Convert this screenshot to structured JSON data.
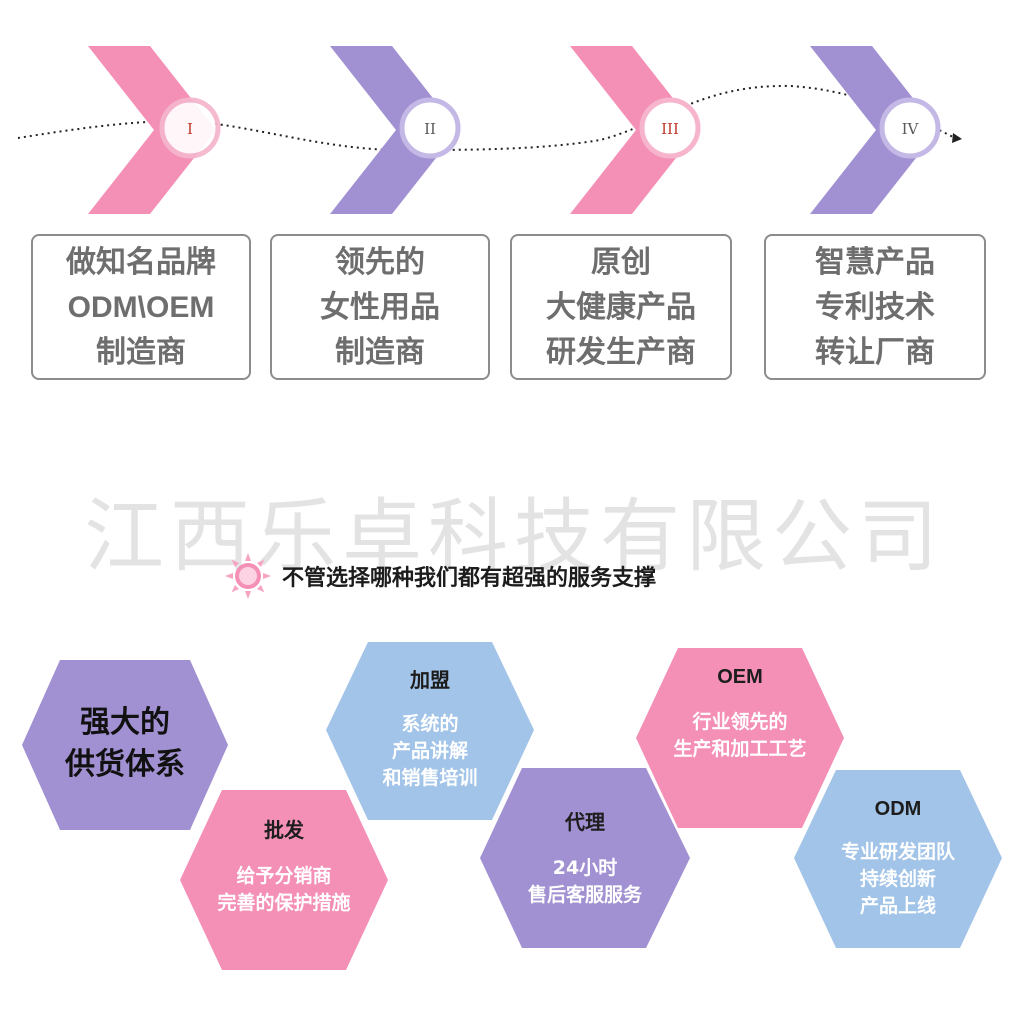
{
  "colors": {
    "pink": "#f48fb6",
    "purple": "#a291d2",
    "blue": "#a2c4e8",
    "box_border": "#8c8c8c",
    "box_text": "#6e6e6e",
    "numeral_pink": "#c0392b",
    "numeral_purple": "#5a5a5a"
  },
  "stages": [
    {
      "numeral": "I",
      "color": "pink",
      "lines": [
        "做知名品牌",
        "ODM\\OEM",
        "制造商"
      ]
    },
    {
      "numeral": "II",
      "color": "purple",
      "lines": [
        "领先的",
        "女性用品",
        "制造商"
      ]
    },
    {
      "numeral": "III",
      "color": "pink",
      "lines": [
        "原创",
        "大健康产品",
        "研发生产商"
      ]
    },
    {
      "numeral": "IV",
      "color": "purple",
      "lines": [
        "智慧产品",
        "专利技术",
        "转让厂商"
      ]
    }
  ],
  "watermark": "江西乐卓科技有限公司",
  "tagline": "不管选择哪种我们都有超强的服务支撑",
  "main_hex": {
    "lines": [
      "强大的",
      "供货体系"
    ]
  },
  "services": [
    {
      "title": "批发",
      "lines": [
        "给予分销商",
        "完善的保护措施"
      ],
      "color": "pink"
    },
    {
      "title": "加盟",
      "lines": [
        "系统的",
        "产品讲解",
        "和销售培训"
      ],
      "color": "blue"
    },
    {
      "title": "代理",
      "lines": [
        "24小时",
        "售后客服服务"
      ],
      "color": "purple"
    },
    {
      "title": "OEM",
      "lines": [
        "行业领先的",
        "生产和加工工艺"
      ],
      "color": "pink"
    },
    {
      "title": "ODM",
      "lines": [
        "专业研发团队",
        "持续创新",
        "产品上线"
      ],
      "color": "blue"
    }
  ]
}
